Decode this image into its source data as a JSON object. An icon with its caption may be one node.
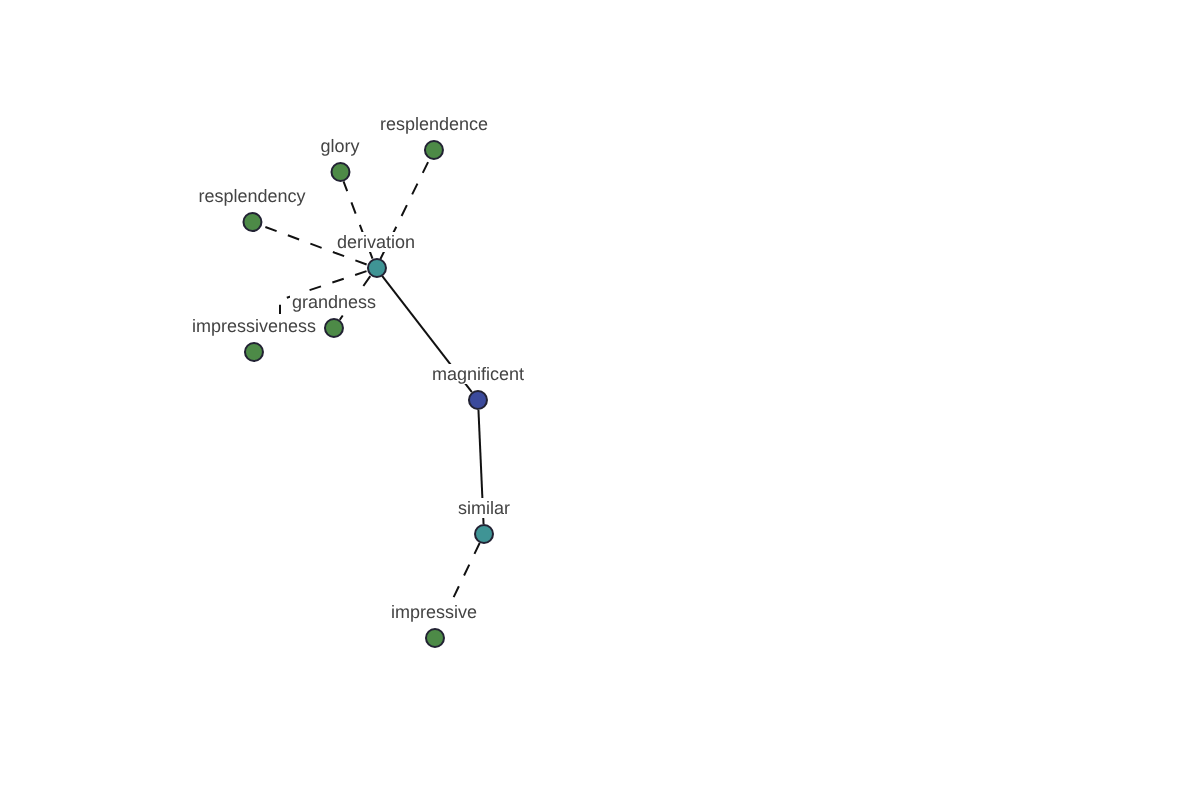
{
  "diagram": {
    "nodes": [
      {
        "text": [
          "magnificent"
        ]
      },
      {
        "text": [
          "derivation"
        ]
      },
      {
        "text": [
          "similar"
        ]
      },
      {
        "text": [
          "glory"
        ]
      },
      {
        "text": [
          "resplendence"
        ]
      },
      {
        "text": [
          "resplendency"
        ]
      },
      {
        "text": [
          "grandness"
        ]
      },
      {
        "text": [
          "impressiveness"
        ]
      },
      {
        "text": [
          "impressive"
        ]
      }
    ],
    "edges": [
      {
        "from": 0,
        "to": 1,
        "arrow": "none"
      },
      {
        "from": 0,
        "to": 2,
        "arrow": "none"
      },
      {
        "from": 1,
        "to": 3,
        "arrow": "none",
        "style": "dashed"
      },
      {
        "from": 1,
        "to": 4,
        "arrow": "none",
        "style": "dashed"
      },
      {
        "from": 1,
        "to": 5,
        "arrow": "none",
        "style": "dashed"
      },
      {
        "from": 1,
        "to": 6,
        "arrow": "none",
        "style": "dashed"
      },
      {
        "from": 1,
        "to": 7,
        "arrow": "none",
        "style": "dashed"
      },
      {
        "from": 2,
        "to": 8,
        "arrow": "none",
        "style": "dashed"
      }
    ]
  }
}
